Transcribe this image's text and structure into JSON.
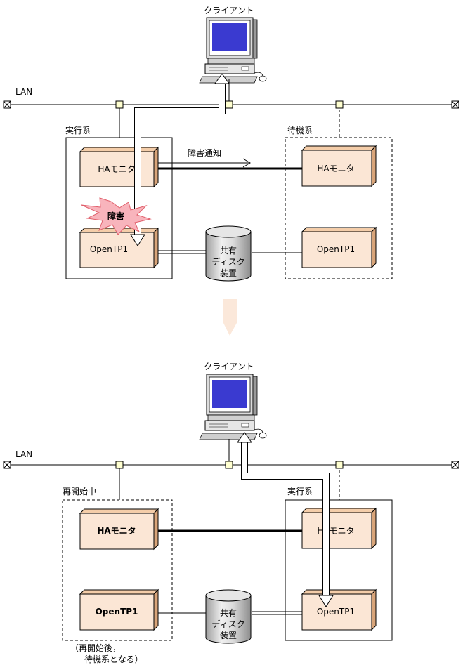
{
  "top": {
    "client_label": "クライアント",
    "lan_label": "LAN",
    "active_label": "実行系",
    "standby_label": "待機系",
    "ha_monitor_left": "HAモニタ",
    "ha_monitor_right": "HAモニタ",
    "failure_notice": "障害通知",
    "failure_label": "障害",
    "opentp1_left": "OpenTP1",
    "opentp1_right": "OpenTP1",
    "disk_line1": "共有",
    "disk_line2": "ディスク",
    "disk_line3": "装置"
  },
  "bottom": {
    "client_label": "クライアント",
    "lan_label": "LAN",
    "restarting_label": "再開始中",
    "active_label": "実行系",
    "ha_monitor_left": "HAモニタ",
    "ha_monitor_right": "HAモニタ",
    "opentp1_left": "OpenTP1",
    "opentp1_right": "OpenTP1",
    "disk_line1": "共有",
    "disk_line2": "ディスク",
    "disk_line3": "装置",
    "note_line1": "（再開始後，",
    "note_line2": "待機系となる）"
  },
  "colors": {
    "box_face": "#fbe6d5",
    "box_top": "#f4cda9",
    "box_side": "#d9a57a",
    "failure_burst": "#f8b4bc",
    "transition_arrow": "#fbe8da",
    "monitor_screen": "#3a3ad0",
    "lan_node": "#ffffd0"
  }
}
